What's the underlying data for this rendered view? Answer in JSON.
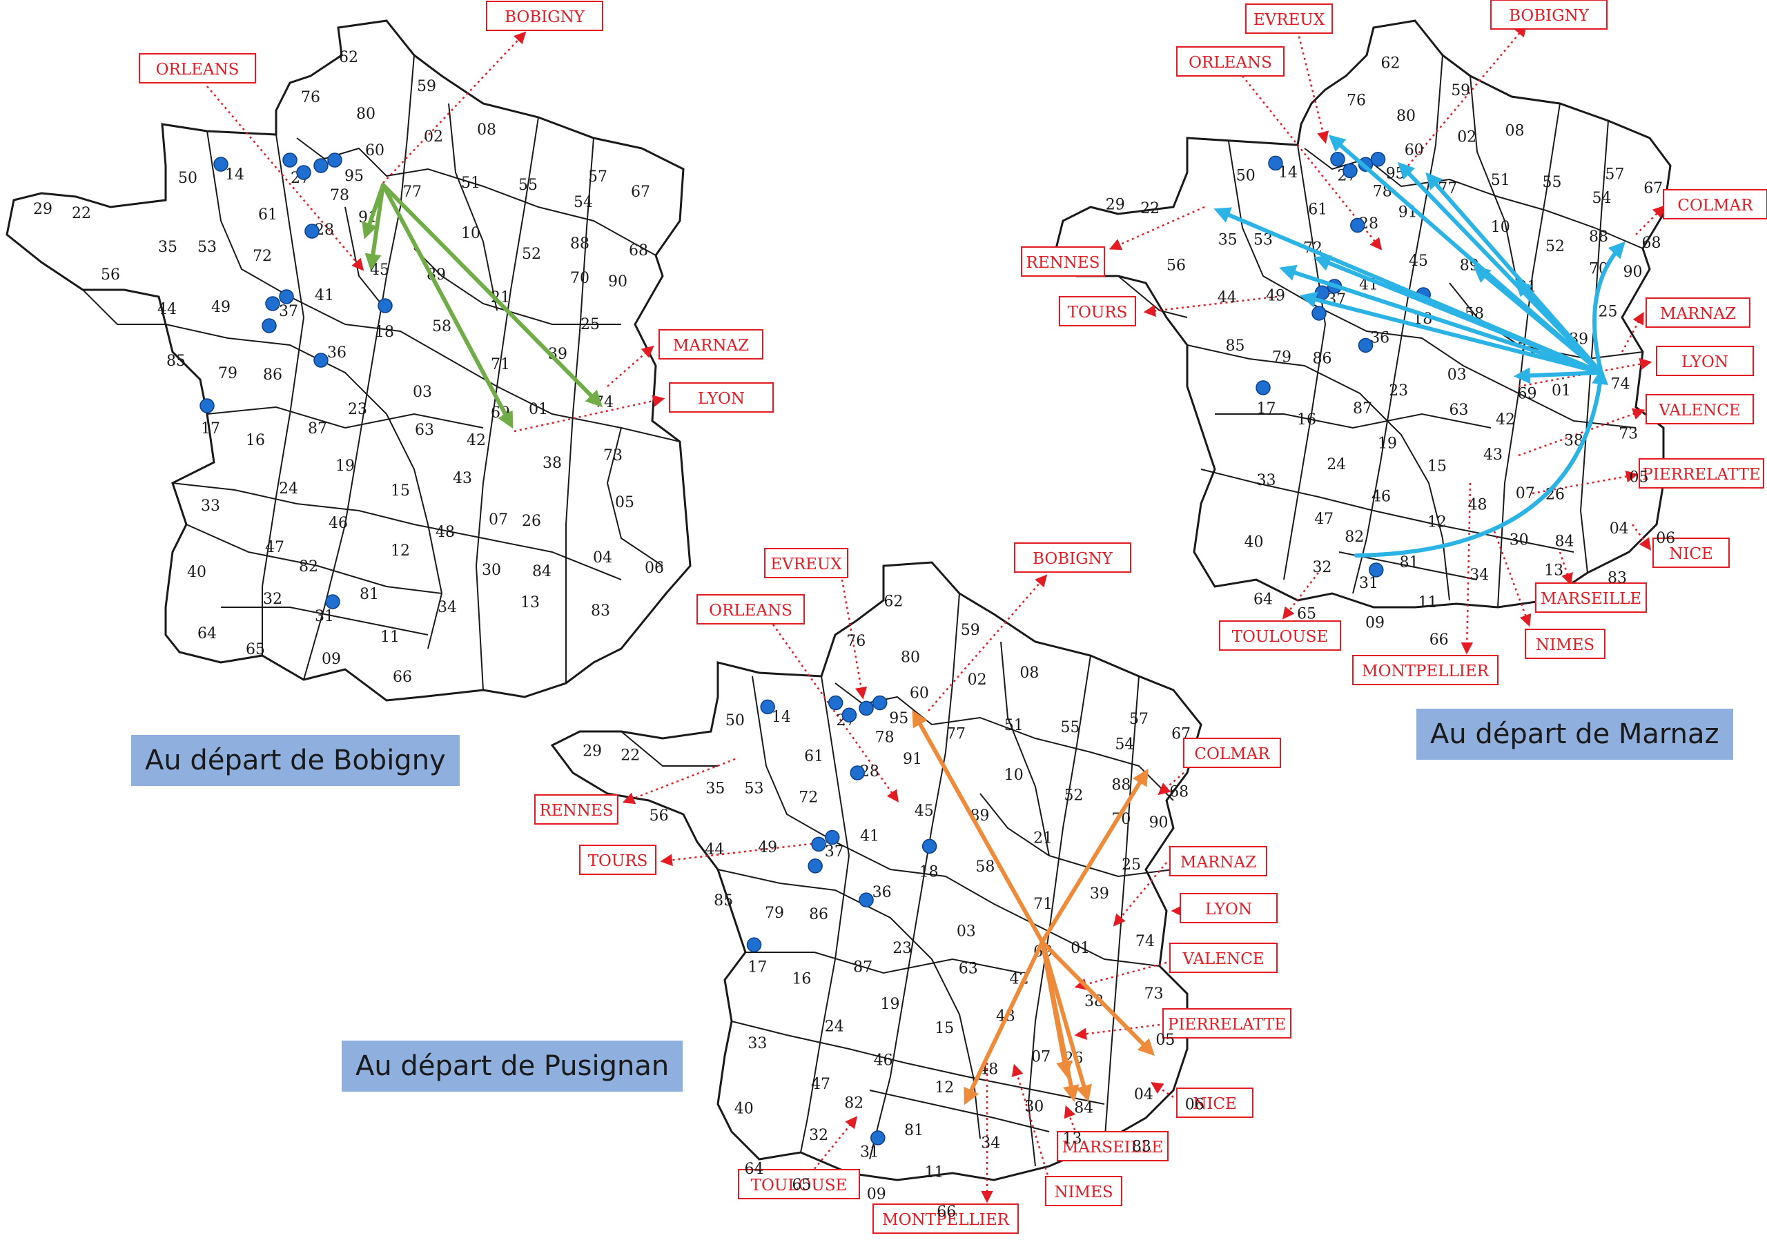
{
  "captions": {
    "bobigny": "Au départ de Bobigny",
    "pusignan": "Au départ de Pusignan",
    "marnaz": "Au départ de Marnaz"
  },
  "colors": {
    "label_red": "#e31b23",
    "border": "#1a1a1a",
    "site_dot": "#1f6fd1",
    "bobigny_arrows": "#70ad47",
    "pusignan_arrows": "#ed8b3a",
    "marnaz_arrows": "#2bb3e6",
    "caption_bg": "#8fb0de"
  },
  "cities": {
    "bobigny": "BOBIGNY",
    "orleans": "ORLEANS",
    "evreux": "EVREUX",
    "rennes": "RENNES",
    "tours": "TOURS",
    "colmar": "COLMAR",
    "marnaz": "MARNAZ",
    "lyon": "LYON",
    "valence": "VALENCE",
    "pierrelatte": "PIERRELATTE",
    "nice": "NICE",
    "marseille": "MARSEILLE",
    "nimes": "NIMES",
    "montpellier": "MONTPELLIER",
    "toulouse": "TOULOUSE"
  },
  "departments": {
    "d62": "62",
    "d59": "59",
    "d80": "80",
    "d76": "76",
    "d60": "60",
    "d02": "02",
    "d08": "08",
    "d50": "50",
    "d14": "14",
    "d27": "27",
    "d95": "95",
    "d78": "78",
    "d91": "91",
    "d77": "77",
    "d51": "51",
    "d55": "55",
    "d57": "57",
    "d54": "54",
    "d67": "67",
    "d68": "68",
    "d88": "88",
    "d52": "52",
    "d10": "10",
    "d89": "89",
    "d21": "21",
    "d70": "70",
    "d90": "90",
    "d25": "25",
    "d39": "39",
    "d29": "29",
    "d22": "22",
    "d56": "56",
    "d35": "35",
    "d53": "53",
    "d61": "61",
    "d72": "72",
    "d28": "28",
    "d45": "45",
    "d44": "44",
    "d49": "49",
    "d37": "37",
    "d41": "41",
    "d18": "18",
    "d58": "58",
    "d71": "71",
    "d85": "85",
    "d79": "79",
    "d86": "86",
    "d36": "36",
    "d23": "23",
    "d03": "03",
    "d69": "69",
    "d01": "01",
    "d74": "74",
    "d17": "17",
    "d16": "16",
    "d87": "87",
    "d63": "63",
    "d42": "42",
    "d73": "73",
    "d38": "38",
    "d19": "19",
    "d15": "15",
    "d43": "43",
    "d07": "07",
    "d26": "26",
    "d05": "05",
    "d33": "33",
    "d24": "24",
    "d46": "46",
    "d48": "48",
    "d84": "84",
    "d04": "04",
    "d06": "06",
    "d47": "47",
    "d82": "82",
    "d12": "12",
    "d30": "30",
    "d13": "13",
    "d83": "83",
    "d40": "40",
    "d32": "32",
    "d81": "81",
    "d34": "34",
    "d64": "64",
    "d65": "65",
    "d31": "31",
    "d09": "09",
    "d11": "11",
    "d66": "66"
  }
}
